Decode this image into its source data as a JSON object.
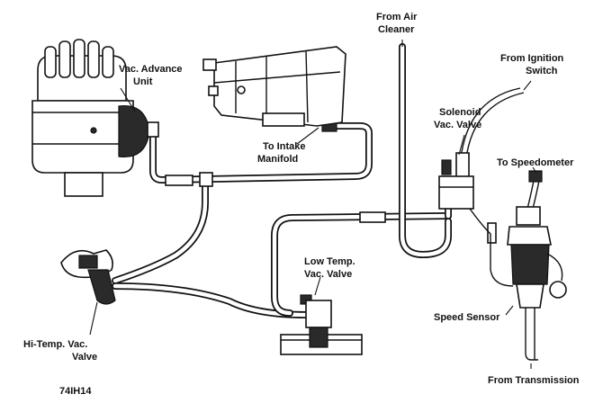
{
  "labels": {
    "vac_advance_line1": "Vac. Advance",
    "vac_advance_line2": "Unit",
    "intake_line1": "To Intake",
    "intake_line2": "Manifold",
    "air_cleaner_line1": "From Air",
    "air_cleaner_line2": "Cleaner",
    "ignition_line1": "From Ignition",
    "ignition_line2": "Switch",
    "solenoid_line1": "Solenoid",
    "solenoid_line2": "Vac. Valve",
    "speedometer": "To Speedometer",
    "low_temp_line1": "Low Temp.",
    "low_temp_line2": "Vac. Valve",
    "hi_temp_line1": "Hi-Temp. Vac.",
    "hi_temp_line2": "Valve",
    "speed_sensor": "Speed Sensor",
    "transmission": "From Transmission",
    "figure_code": "74IH14"
  }
}
